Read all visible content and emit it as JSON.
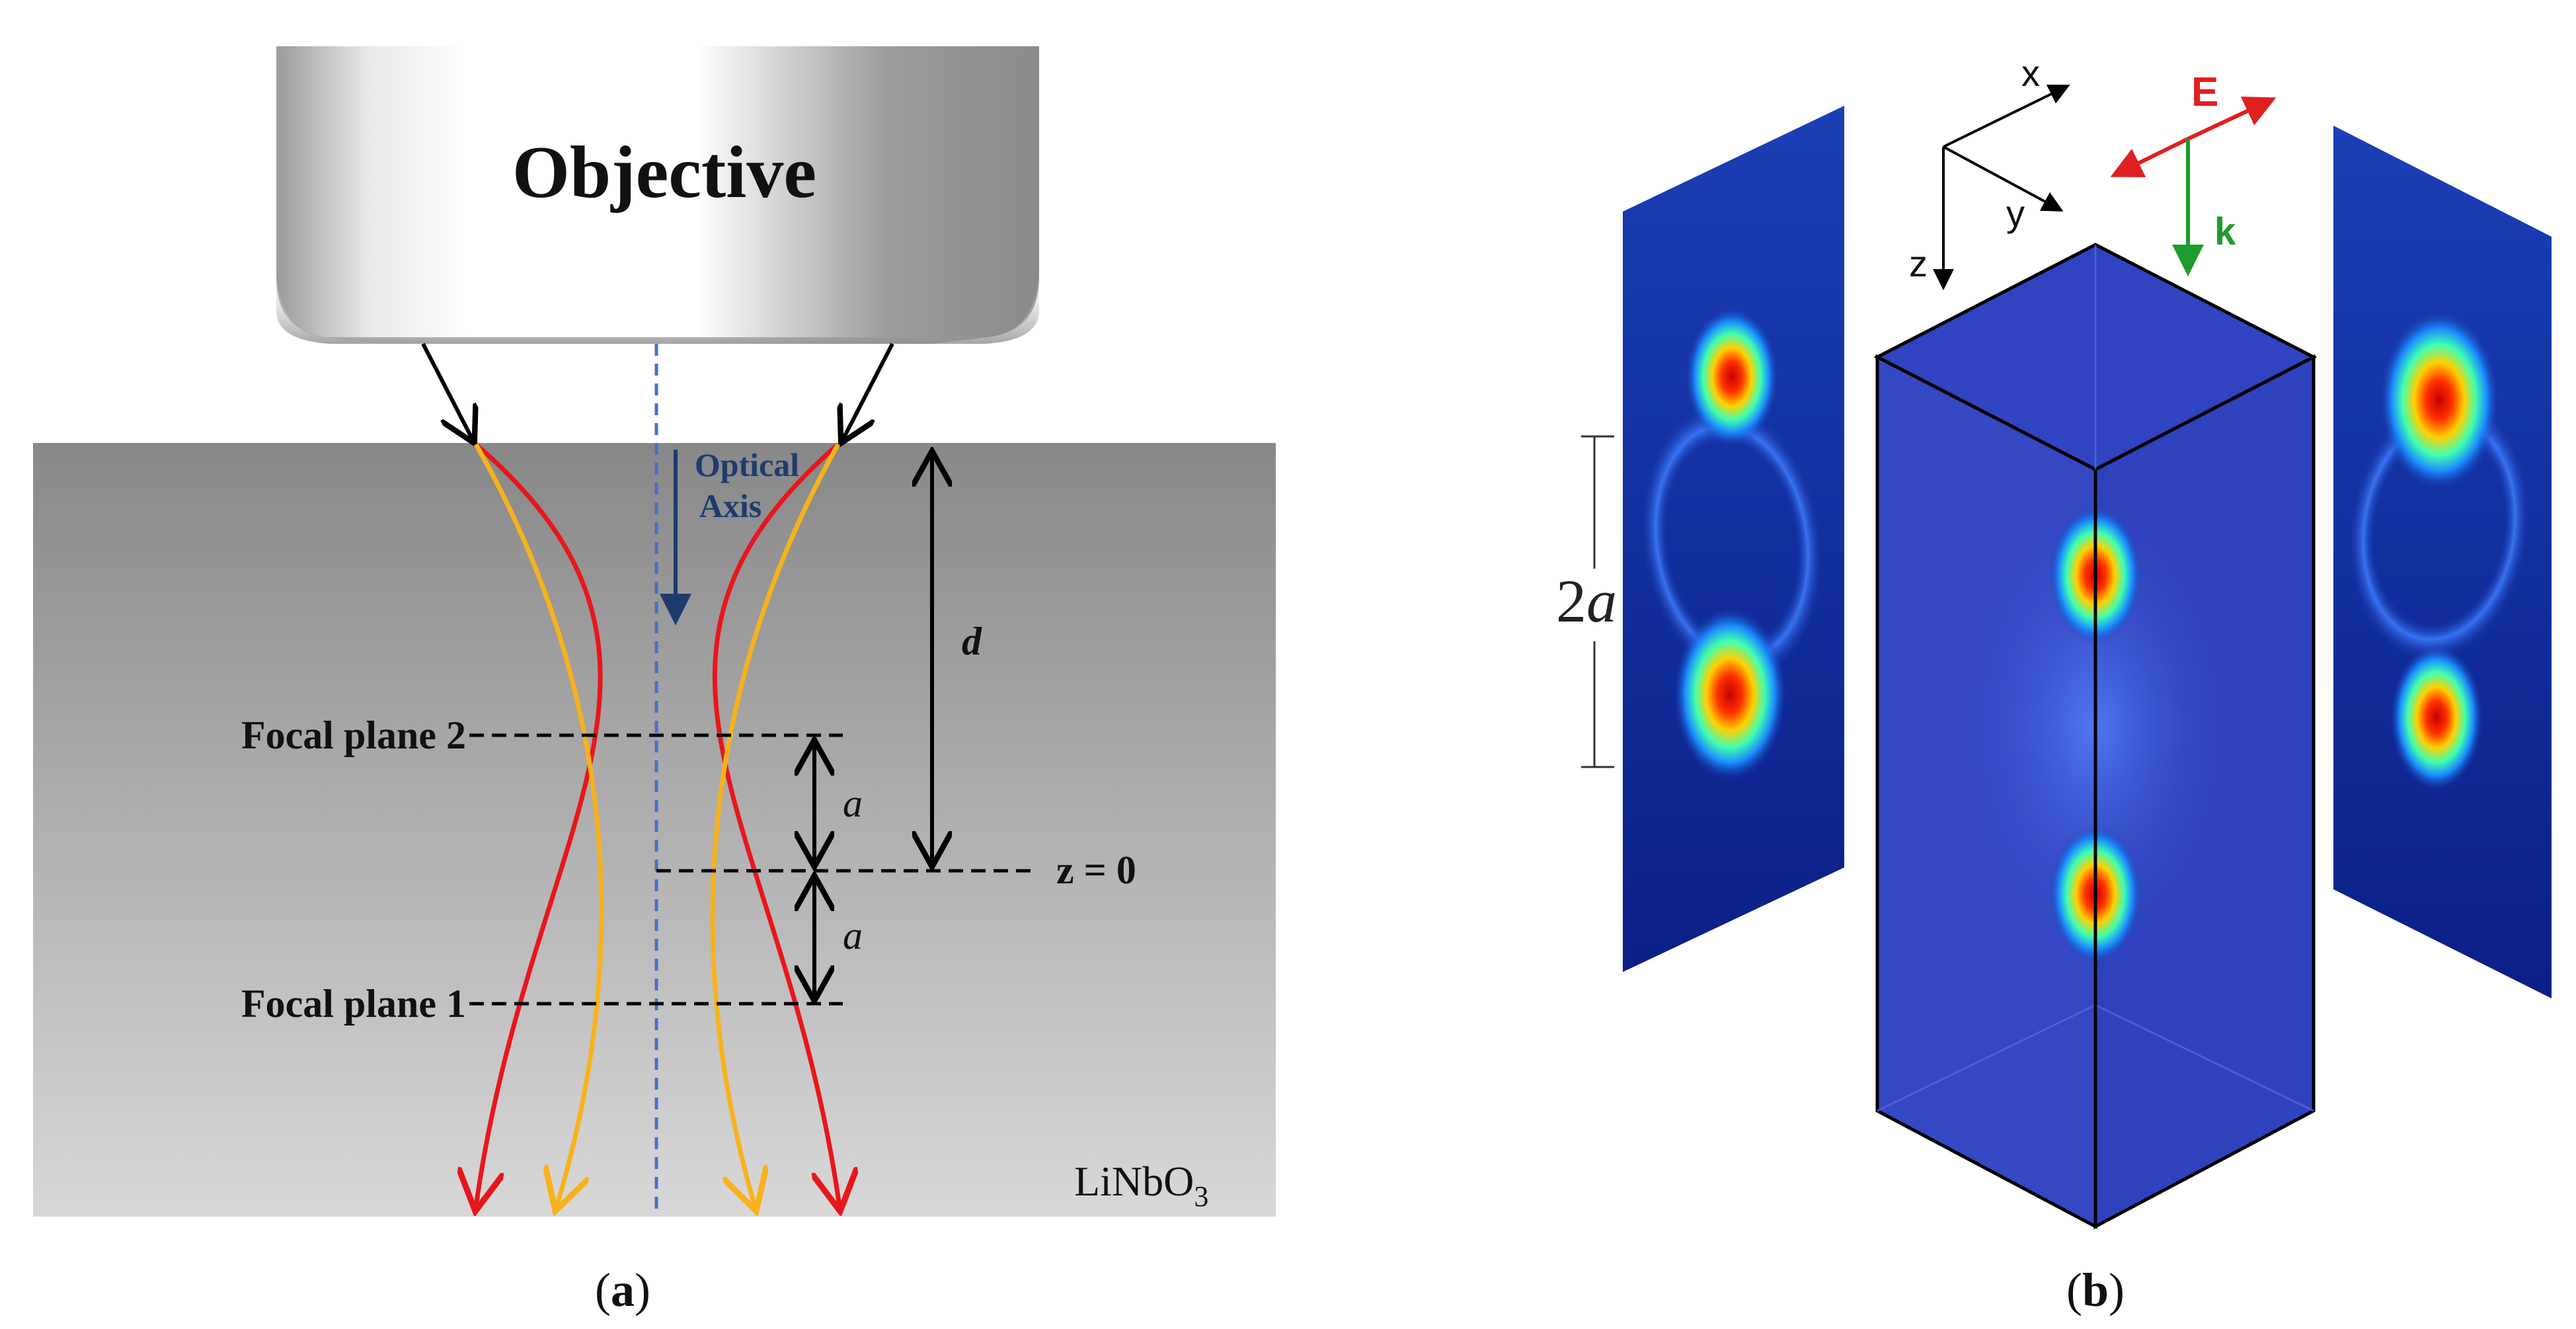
{
  "panel_a": {
    "objective_label": "Objective",
    "optical_axis_line1": "Optical",
    "optical_axis_line2": "Axis",
    "depth_label": "d",
    "focal_plane_2": "Focal plane 2",
    "focal_plane_1": "Focal plane 1",
    "a_upper": "a",
    "a_lower": "a",
    "z_zero": "z = 0",
    "crystal_main": "LiNbO",
    "crystal_sub": "3",
    "caption_open": "(",
    "caption_letter": "a",
    "caption_close": ")"
  },
  "panel_b": {
    "axis_x": "x",
    "axis_y": "y",
    "axis_z": "z",
    "field_E": "E",
    "wavevector_k": "k",
    "dimension_num": "2",
    "dimension_var": "a",
    "caption_open": "(",
    "caption_letter": "b",
    "caption_close": ")"
  },
  "colors": {
    "beam_red": "#e8161b",
    "beam_orange": "#f7b21b",
    "optical_axis": "#4472c4",
    "optical_axis_label": "#1f3b6e",
    "field_E": "#e02020",
    "wavevector_k": "#1e9b2e",
    "sample_top": "#8a8a8a",
    "sample_bottom": "#d6d6d6",
    "field_blue": "#1a3bb0",
    "field_hot": "#d40000"
  }
}
